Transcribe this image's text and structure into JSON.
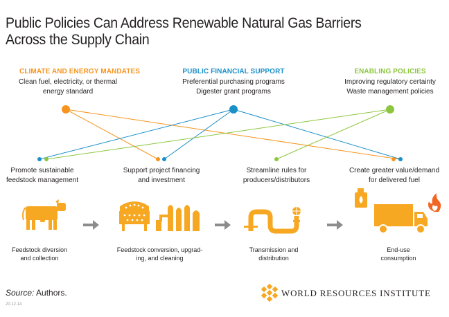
{
  "title_line1": "Public Policies Can Address Renewable Natural Gas Barriers",
  "title_line2": "Across the Supply Chain",
  "categories": [
    {
      "heading": "CLIMATE AND ENERGY MANDATES",
      "color": "#f7941d",
      "line1": "Clean fuel, electricity, or thermal",
      "line2": "energy standard"
    },
    {
      "heading": "PUBLIC FINANCIAL SUPPORT",
      "color": "#1a8fc8",
      "line1": "Preferential purchasing programs",
      "line2": "Digester grant programs"
    },
    {
      "heading": "ENABLING POLICIES",
      "color": "#8cc63f",
      "line1": "Improving regulatory certainty",
      "line2": "Waste management policies"
    }
  ],
  "barriers": [
    {
      "line1": "Promote sustainable",
      "line2": "feedstock management"
    },
    {
      "line1": "Support project financing",
      "line2": "and investment"
    },
    {
      "line1": "Streamline rules for",
      "line2": "producers/distributors"
    },
    {
      "line1": "Create greater value/demand",
      "line2": "for delivered fuel"
    }
  ],
  "stages": [
    {
      "line1": "Feedstock diversion",
      "line2": "and collection",
      "icon": "cow-icon"
    },
    {
      "line1": "Feedstock conversion, upgrad-",
      "line2": "ing, and cleaning",
      "icon": "digester-icon"
    },
    {
      "line1": "Transmission and",
      "line2": "distribution",
      "icon": "pipeline-icon"
    },
    {
      "line1": "End-use",
      "line2": "consumption",
      "icon": "truck-icon"
    }
  ],
  "source_label": "Source:",
  "source_value": " Authors.",
  "code": "20.12.14",
  "organization": "WORLD RESOURCES INSTITUTE",
  "colors": {
    "orange": "#f7941d",
    "blue": "#1a8fc8",
    "green": "#8cc63f",
    "gray_arrow": "#8c8c8c"
  }
}
